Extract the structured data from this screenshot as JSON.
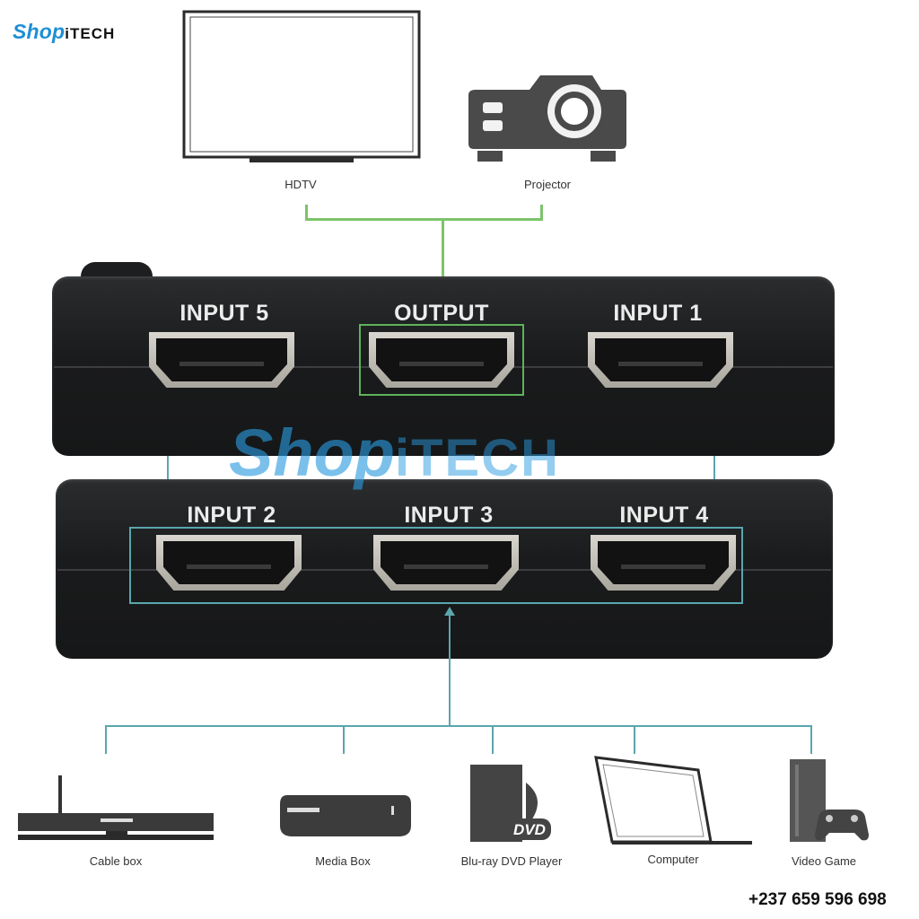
{
  "brand": {
    "name_part1": "Shop",
    "name_part2": "iTECH"
  },
  "watermark": {
    "part1": "Shop",
    "part2": "iTECH"
  },
  "outputs": {
    "hdtv_label": "HDTV",
    "projector_label": "Projector"
  },
  "switch": {
    "top_ports": [
      "INPUT 5",
      "OUTPUT",
      "INPUT 1"
    ],
    "bottom_ports": [
      "INPUT 2",
      "INPUT 3",
      "INPUT 4"
    ]
  },
  "sources": [
    {
      "label": "Cable box",
      "icon": "set-top-box-icon"
    },
    {
      "label": "Media Box",
      "icon": "media-box-icon"
    },
    {
      "label": "Blu-ray DVD Player",
      "icon": "dvd-player-icon"
    },
    {
      "label": "Computer",
      "icon": "laptop-icon"
    },
    {
      "label": "Video Game",
      "icon": "game-console-icon"
    }
  ],
  "dvd_text": "DVD",
  "contact": {
    "phone": "+237 659 596 698"
  },
  "colors": {
    "brand_blue": "#1e8fd6",
    "output_line": "#7cc46a",
    "input_line": "#5aa6ad",
    "device_body": "#1a1b1c"
  }
}
